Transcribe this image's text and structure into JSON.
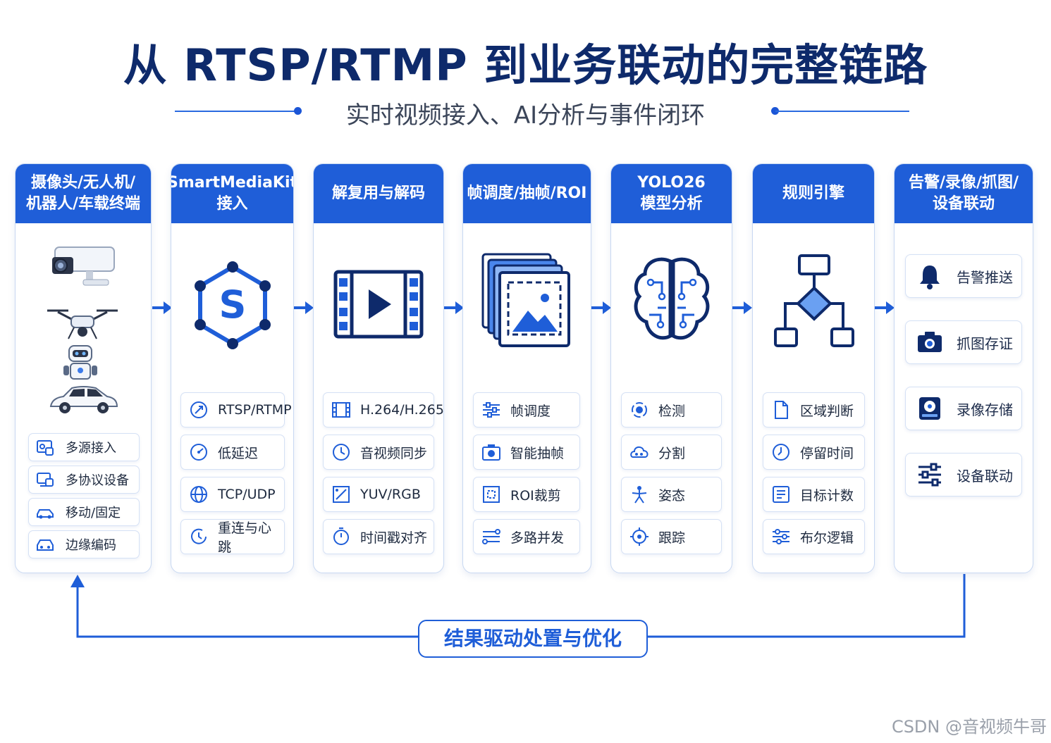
{
  "title": "从 RTSP/RTMP 到业务联动的完整链路",
  "subtitle": "实时视频接入、AI分析与事件闭环",
  "colors": {
    "primary": "#1f5ed8",
    "title": "#0e2a6b",
    "border": "#c8d8f2"
  },
  "columns": [
    {
      "head": [
        "摄像头/无人机/",
        "机器人/车载终端"
      ],
      "icons": [
        "camera-icon",
        "drone-icon",
        "robot-icon",
        "car-icon"
      ],
      "items": [
        {
          "label": "多源接入",
          "icon": "multi-source-icon"
        },
        {
          "label": "多协议设备",
          "icon": "protocol-device-icon"
        },
        {
          "label": "移动/固定",
          "icon": "vehicle-icon"
        },
        {
          "label": "边缘编码",
          "icon": "edge-encode-icon"
        }
      ]
    },
    {
      "head": [
        "SmartMediaKit",
        "接入"
      ],
      "icons": [
        "smartmediakit-hex-icon"
      ],
      "items": [
        {
          "label": "RTSP/RTMP",
          "icon": "refresh-icon"
        },
        {
          "label": "低延迟",
          "icon": "gauge-icon"
        },
        {
          "label": "TCP/UDP",
          "icon": "globe-icon"
        },
        {
          "label": "重连与心跳",
          "icon": "reconnect-icon"
        }
      ]
    },
    {
      "head": [
        "解复用与解码"
      ],
      "icons": [
        "video-player-icon"
      ],
      "items": [
        {
          "label": "H.264/H.265",
          "icon": "film-icon"
        },
        {
          "label": "音视频同步",
          "icon": "clock-icon"
        },
        {
          "label": "YUV/RGB",
          "icon": "crop-icon"
        },
        {
          "label": "时间戳对齐",
          "icon": "timer-icon"
        }
      ]
    },
    {
      "head": [
        "帧调度/抽帧/ROI"
      ],
      "icons": [
        "frames-stack-icon"
      ],
      "items": [
        {
          "label": "帧调度",
          "icon": "sliders-icon"
        },
        {
          "label": "智能抽帧",
          "icon": "snapshot-icon"
        },
        {
          "label": "ROI裁剪",
          "icon": "roi-icon"
        },
        {
          "label": "多路并发",
          "icon": "multi-channel-icon"
        }
      ]
    },
    {
      "head": [
        "YOLO26",
        "模型分析"
      ],
      "icons": [
        "brain-circuit-icon"
      ],
      "items": [
        {
          "label": "检测",
          "icon": "target-icon"
        },
        {
          "label": "分割",
          "icon": "segment-icon"
        },
        {
          "label": "姿态",
          "icon": "pose-icon"
        },
        {
          "label": "跟踪",
          "icon": "tracking-icon"
        }
      ]
    },
    {
      "head": [
        "规则引擎"
      ],
      "icons": [
        "flowchart-icon"
      ],
      "items": [
        {
          "label": "区域判断",
          "icon": "document-icon"
        },
        {
          "label": "停留时间",
          "icon": "dwell-clock-icon"
        },
        {
          "label": "目标计数",
          "icon": "list-count-icon"
        },
        {
          "label": "布尔逻辑",
          "icon": "logic-icon"
        }
      ]
    },
    {
      "head": [
        "告警/录像/抓图/",
        "设备联动"
      ],
      "icons": [],
      "items": [
        {
          "label": "告警推送",
          "icon": "bell-icon"
        },
        {
          "label": "抓图存证",
          "icon": "camera-snap-icon"
        },
        {
          "label": "录像存储",
          "icon": "disk-icon"
        },
        {
          "label": "设备联动",
          "icon": "control-sliders-icon"
        }
      ]
    }
  ],
  "loop_label": "结果驱动处置与优化",
  "watermark": "CSDN @音视频牛哥"
}
